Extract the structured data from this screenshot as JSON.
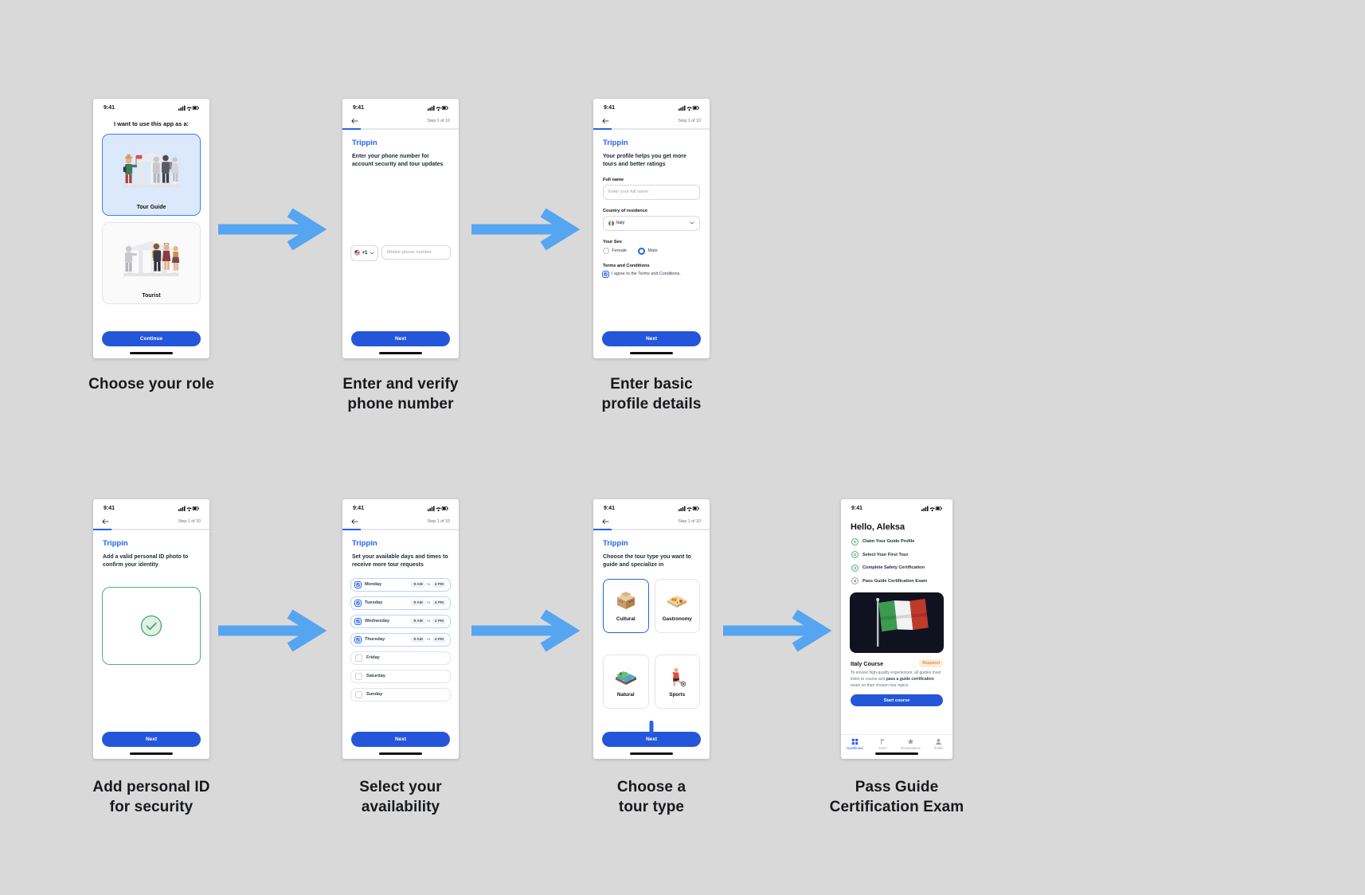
{
  "colors": {
    "page_bg": "#d9d9d9",
    "brand_blue": "#2563eb",
    "button_blue": "#2456d9",
    "arrow_blue": "#55a5f1",
    "success_green": "#46a56c",
    "required_orange": "#ef8b33"
  },
  "status": {
    "time": "9:41"
  },
  "screens": {
    "role": {
      "prompt": "I want to use this app as a:",
      "options": [
        {
          "label": "Tour Guide",
          "selected": true
        },
        {
          "label": "Tourist",
          "selected": false
        }
      ],
      "continue_label": "Continue",
      "caption": "Choose your role"
    },
    "phone": {
      "step": "Step 1 of 10",
      "brand": "Trippin",
      "subtitle": "Enter your phone number for account security and tour updates",
      "dial_code": "+1",
      "phone_placeholder": "Mobile phone number",
      "next_label": "Next",
      "caption": "Enter and verify\nphone number"
    },
    "profile": {
      "step": "Step 1 of 10",
      "brand": "Trippin",
      "subtitle": "Your profile helps you get more tours and better ratings",
      "full_name_label": "Full name",
      "full_name_placeholder": "Enter your full name",
      "country_label": "Country of residence",
      "country_value": "Italy",
      "sex_label": "Your Sex",
      "sex_options": [
        "Female",
        "Male"
      ],
      "sex_selected": "Male",
      "terms_label": "Terms and Conditions",
      "terms_text": "I agree to the Terms and Conditions.",
      "next_label": "Next",
      "caption": "Enter basic\nprofile details"
    },
    "id_photo": {
      "step": "Step 1 of 10",
      "brand": "Trippin",
      "subtitle": "Add a valid personal ID photo to confirm your identity",
      "next_label": "Next",
      "caption": "Add personal ID\nfor security"
    },
    "availability": {
      "step": "Step 1 of 10",
      "brand": "Trippin",
      "subtitle": "Set your available days and times to receive more tour requests",
      "to_label": "to",
      "days": [
        {
          "day": "Monday",
          "checked": true,
          "from": "8 AM",
          "to": "4 PM"
        },
        {
          "day": "Tuesday",
          "checked": true,
          "from": "8 AM",
          "to": "4 PM"
        },
        {
          "day": "Wednesday",
          "checked": true,
          "from": "8 AM",
          "to": "4 PM"
        },
        {
          "day": "Thursday",
          "checked": true,
          "from": "8 AM",
          "to": "4 PM"
        },
        {
          "day": "Friday",
          "checked": false
        },
        {
          "day": "Saturday",
          "checked": false
        },
        {
          "day": "Sunday",
          "checked": false
        }
      ],
      "next_label": "Next",
      "caption": "Select your\navailability"
    },
    "tour_type": {
      "step": "Step 1 of 10",
      "brand": "Trippin",
      "subtitle": "Choose the tour type you want to guide and specialize in",
      "types": [
        {
          "label": "Cultural",
          "selected": true
        },
        {
          "label": "Gastronomy",
          "selected": false
        },
        {
          "label": "Natural",
          "selected": false
        },
        {
          "label": "Sports",
          "selected": false
        }
      ],
      "next_label": "Next",
      "caption": "Choose a\ntour type"
    },
    "dashboard": {
      "greeting": "Hello, Aleksa",
      "checklist": [
        {
          "num": "1",
          "label": "Claim Your Guide Profile",
          "state": "active"
        },
        {
          "num": "2",
          "label": "Select Your First Tour",
          "state": "active"
        },
        {
          "num": "3",
          "label": "Complete Safety Certification",
          "state": "active"
        },
        {
          "num": "4",
          "label": "Pass Guide Certification Exam",
          "state": "pending"
        }
      ],
      "course_title": "Italy Course",
      "badge": "Required",
      "desc_parts": {
        "a": "To ensure high-quality experiences, all guides must listen to course and ",
        "b": "pass a guide certification",
        "c": " exam on their chosen tour topics."
      },
      "start_label": "Start course",
      "tabs": [
        {
          "label": "Dashboard",
          "active": true
        },
        {
          "label": "Tours",
          "active": false
        },
        {
          "label": "Reservations",
          "active": false
        },
        {
          "label": "Profile",
          "active": false
        }
      ],
      "caption": "Pass Guide\nCertification Exam"
    }
  }
}
